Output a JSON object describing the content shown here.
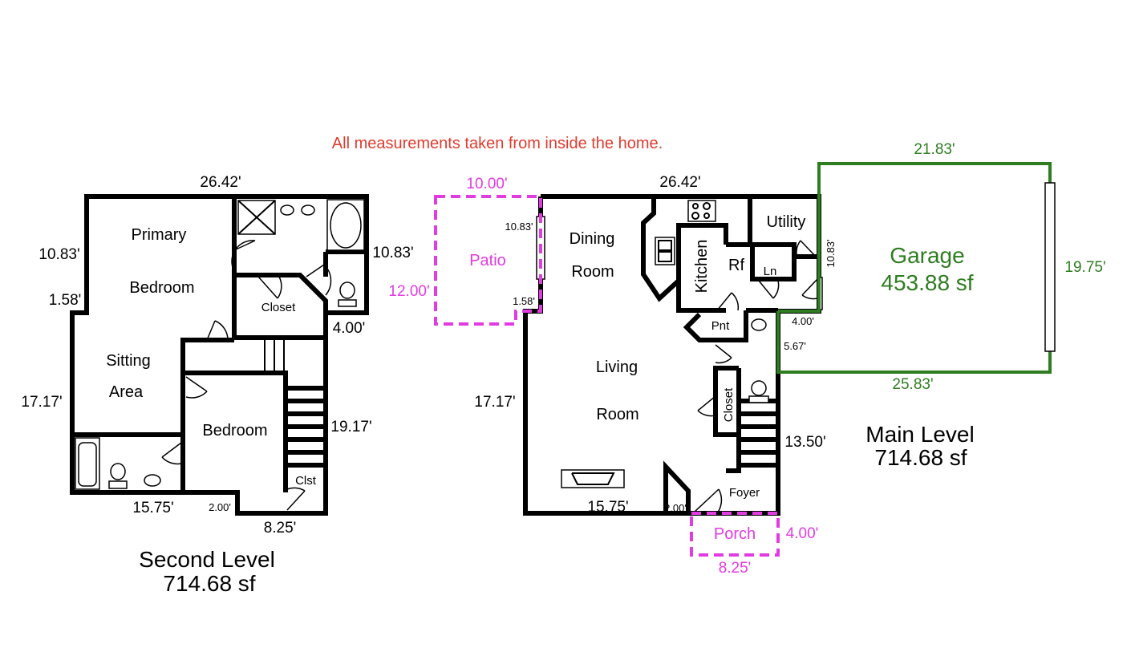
{
  "note": "All measurements taken from inside the home.",
  "colors": {
    "note": "#e03b2e",
    "outdoor": "#e23be2",
    "garage": "#2e7d20",
    "walls": "#000000"
  },
  "second_level": {
    "title": "Second Level",
    "area": "714.68 sf",
    "rooms": {
      "primary_bedroom_1": "Primary",
      "primary_bedroom_2": "Bedroom",
      "closet": "Closet",
      "sitting_area_1": "Sitting",
      "sitting_area_2": "Area",
      "bedroom": "Bedroom",
      "clst": "Clst"
    },
    "dims": {
      "top": "26.42'",
      "left_upper": "10.83'",
      "left_jog": "1.58'",
      "left_lower": "17.17'",
      "right_upper": "10.83'",
      "right_jog": "4.00'",
      "right_lower": "19.17'",
      "bottom_left": "15.75'",
      "bottom_step": "2.00'",
      "bottom_right": "8.25'"
    }
  },
  "main_level": {
    "title": "Main Level",
    "area": "714.68 sf",
    "rooms": {
      "patio": "Patio",
      "dining_1": "Dining",
      "dining_2": "Room",
      "kitchen": "Kitchen",
      "rf": "Rf",
      "utility": "Utility",
      "ln": "Ln",
      "pnt": "Pnt",
      "living_1": "Living",
      "living_2": "Room",
      "closet": "Closet",
      "foyer": "Foyer",
      "porch": "Porch"
    },
    "dims": {
      "top": "26.42'",
      "patio_top": "10.00'",
      "patio_side": "12.00'",
      "left_upper": "10.83'",
      "left_jog": "1.58'",
      "left_lower": "17.17'",
      "right_small": "10.83'",
      "right_jog": "4.00'",
      "right_step": "5.67'",
      "right_lower": "13.50'",
      "bottom_left": "15.75'",
      "bottom_step": "2.00'",
      "porch_side": "4.00'",
      "porch_bottom": "8.25'"
    }
  },
  "garage": {
    "name": "Garage",
    "area": "453.88 sf",
    "dims": {
      "top": "21.83'",
      "right": "19.75'",
      "bottom": "25.83'"
    }
  }
}
